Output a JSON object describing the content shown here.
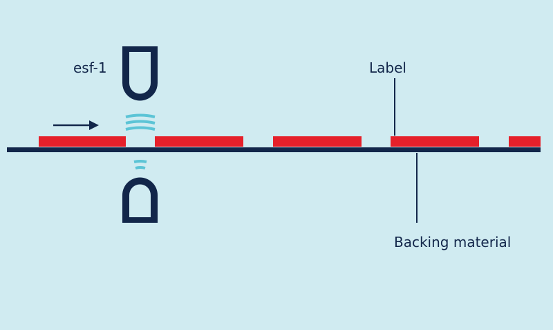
{
  "labels": {
    "sensor": "esf-1",
    "label": "Label",
    "backing": "Backing material"
  },
  "colors": {
    "background": "#d0ebf1",
    "navy": "#12264a",
    "label_red": "#e5202a",
    "signal_cyan": "#5cc4d6"
  },
  "icons": {
    "direction": "arrow-right-icon",
    "emitter": "sensor-emitter-icon",
    "receiver": "sensor-receiver-icon",
    "signal": "signal-waves-icon"
  }
}
